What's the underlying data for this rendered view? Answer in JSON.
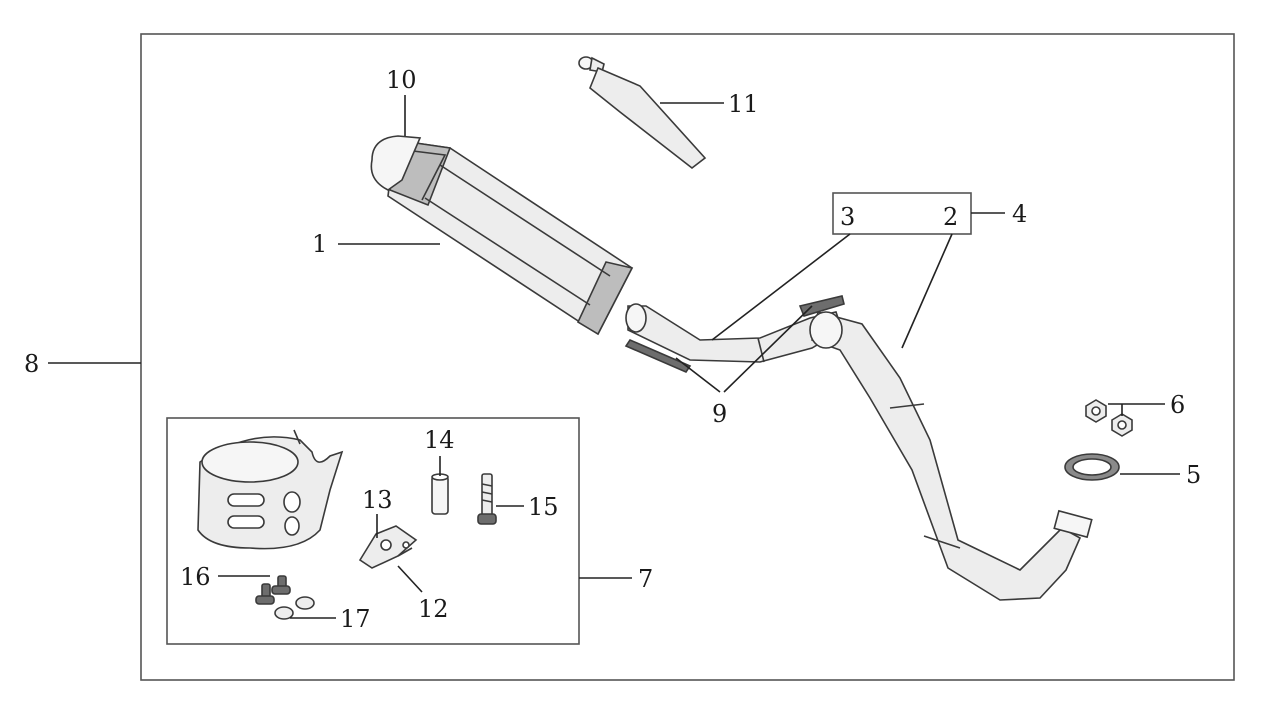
{
  "callouts": {
    "c1": "1",
    "c2": "2",
    "c3": "3",
    "c4": "4",
    "c5": "5",
    "c6": "6",
    "c7": "7",
    "c8": "8",
    "c9": "9",
    "c10": "10",
    "c11": "11",
    "c12": "12",
    "c13": "13",
    "c14": "14",
    "c15": "15",
    "c16": "16",
    "c17": "17"
  },
  "parts": [
    {
      "ref": "1",
      "icon": "muffler-icon"
    },
    {
      "ref": "2",
      "icon": "header-pipe-icon"
    },
    {
      "ref": "3",
      "icon": "link-pipe-icon"
    },
    {
      "ref": "5",
      "icon": "gasket-icon"
    },
    {
      "ref": "6",
      "icon": "flange-nut-icon"
    },
    {
      "ref": "9",
      "icon": "spring-icon"
    },
    {
      "ref": "10",
      "icon": "end-cap-icon"
    },
    {
      "ref": "11",
      "icon": "db-killer-icon"
    },
    {
      "ref": "12",
      "icon": "bracket-plate-icon"
    },
    {
      "ref": "13",
      "icon": "bracket-icon"
    },
    {
      "ref": "14",
      "icon": "spacer-collar-icon"
    },
    {
      "ref": "15",
      "icon": "long-bolt-icon"
    },
    {
      "ref": "16",
      "icon": "bolt-icon"
    },
    {
      "ref": "17",
      "icon": "nut-icon"
    },
    {
      "ref": "7",
      "icon": "clamp-strap-icon"
    }
  ]
}
